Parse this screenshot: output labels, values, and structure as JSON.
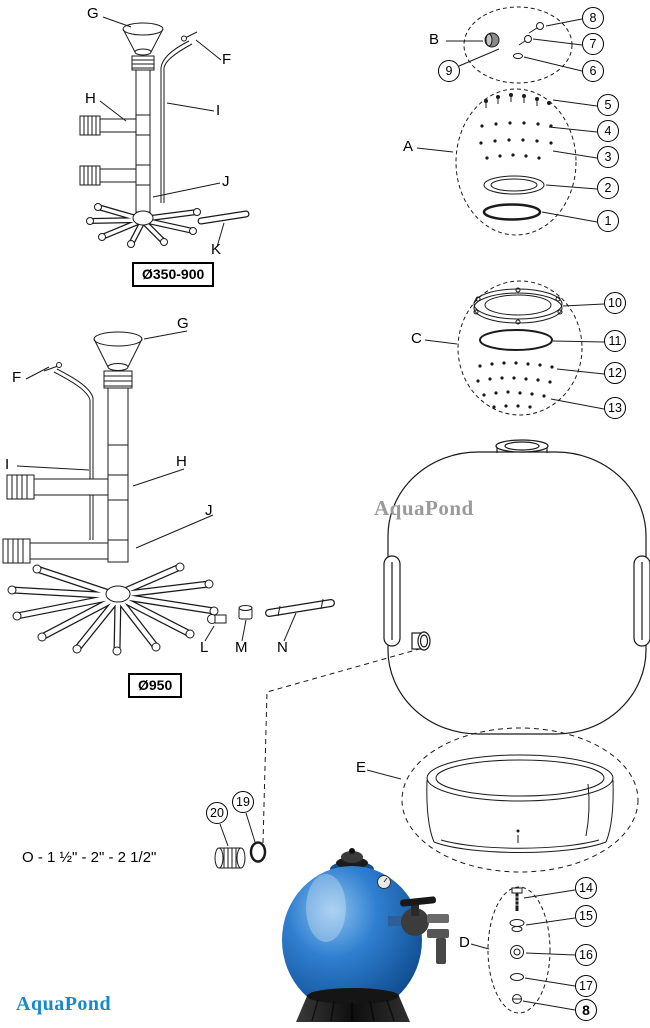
{
  "texts": {
    "watermark": "AquaPond",
    "logo": "AquaPond",
    "o_spec": "O - 1 ½\" - 2\" - 2 1/2\""
  },
  "sizes": {
    "small": "Ø350-900",
    "large": "Ø950"
  },
  "letters": {
    "A": "A",
    "B": "B",
    "C": "C",
    "D": "D",
    "E": "E",
    "F": "F",
    "G": "G",
    "H": "H",
    "I": "I",
    "J": "J",
    "K": "K",
    "L": "L",
    "M": "M",
    "N": "N"
  },
  "callouts": {
    "n1": "1",
    "n2": "2",
    "n3": "3",
    "n4": "4",
    "n5": "5",
    "n6": "6",
    "n7": "7",
    "n8": "8",
    "n9": "9",
    "n10": "10",
    "n11": "11",
    "n12": "12",
    "n13": "13",
    "n14": "14",
    "n15": "15",
    "n16": "16",
    "n17": "17",
    "n19": "19",
    "n20": "20"
  }
}
